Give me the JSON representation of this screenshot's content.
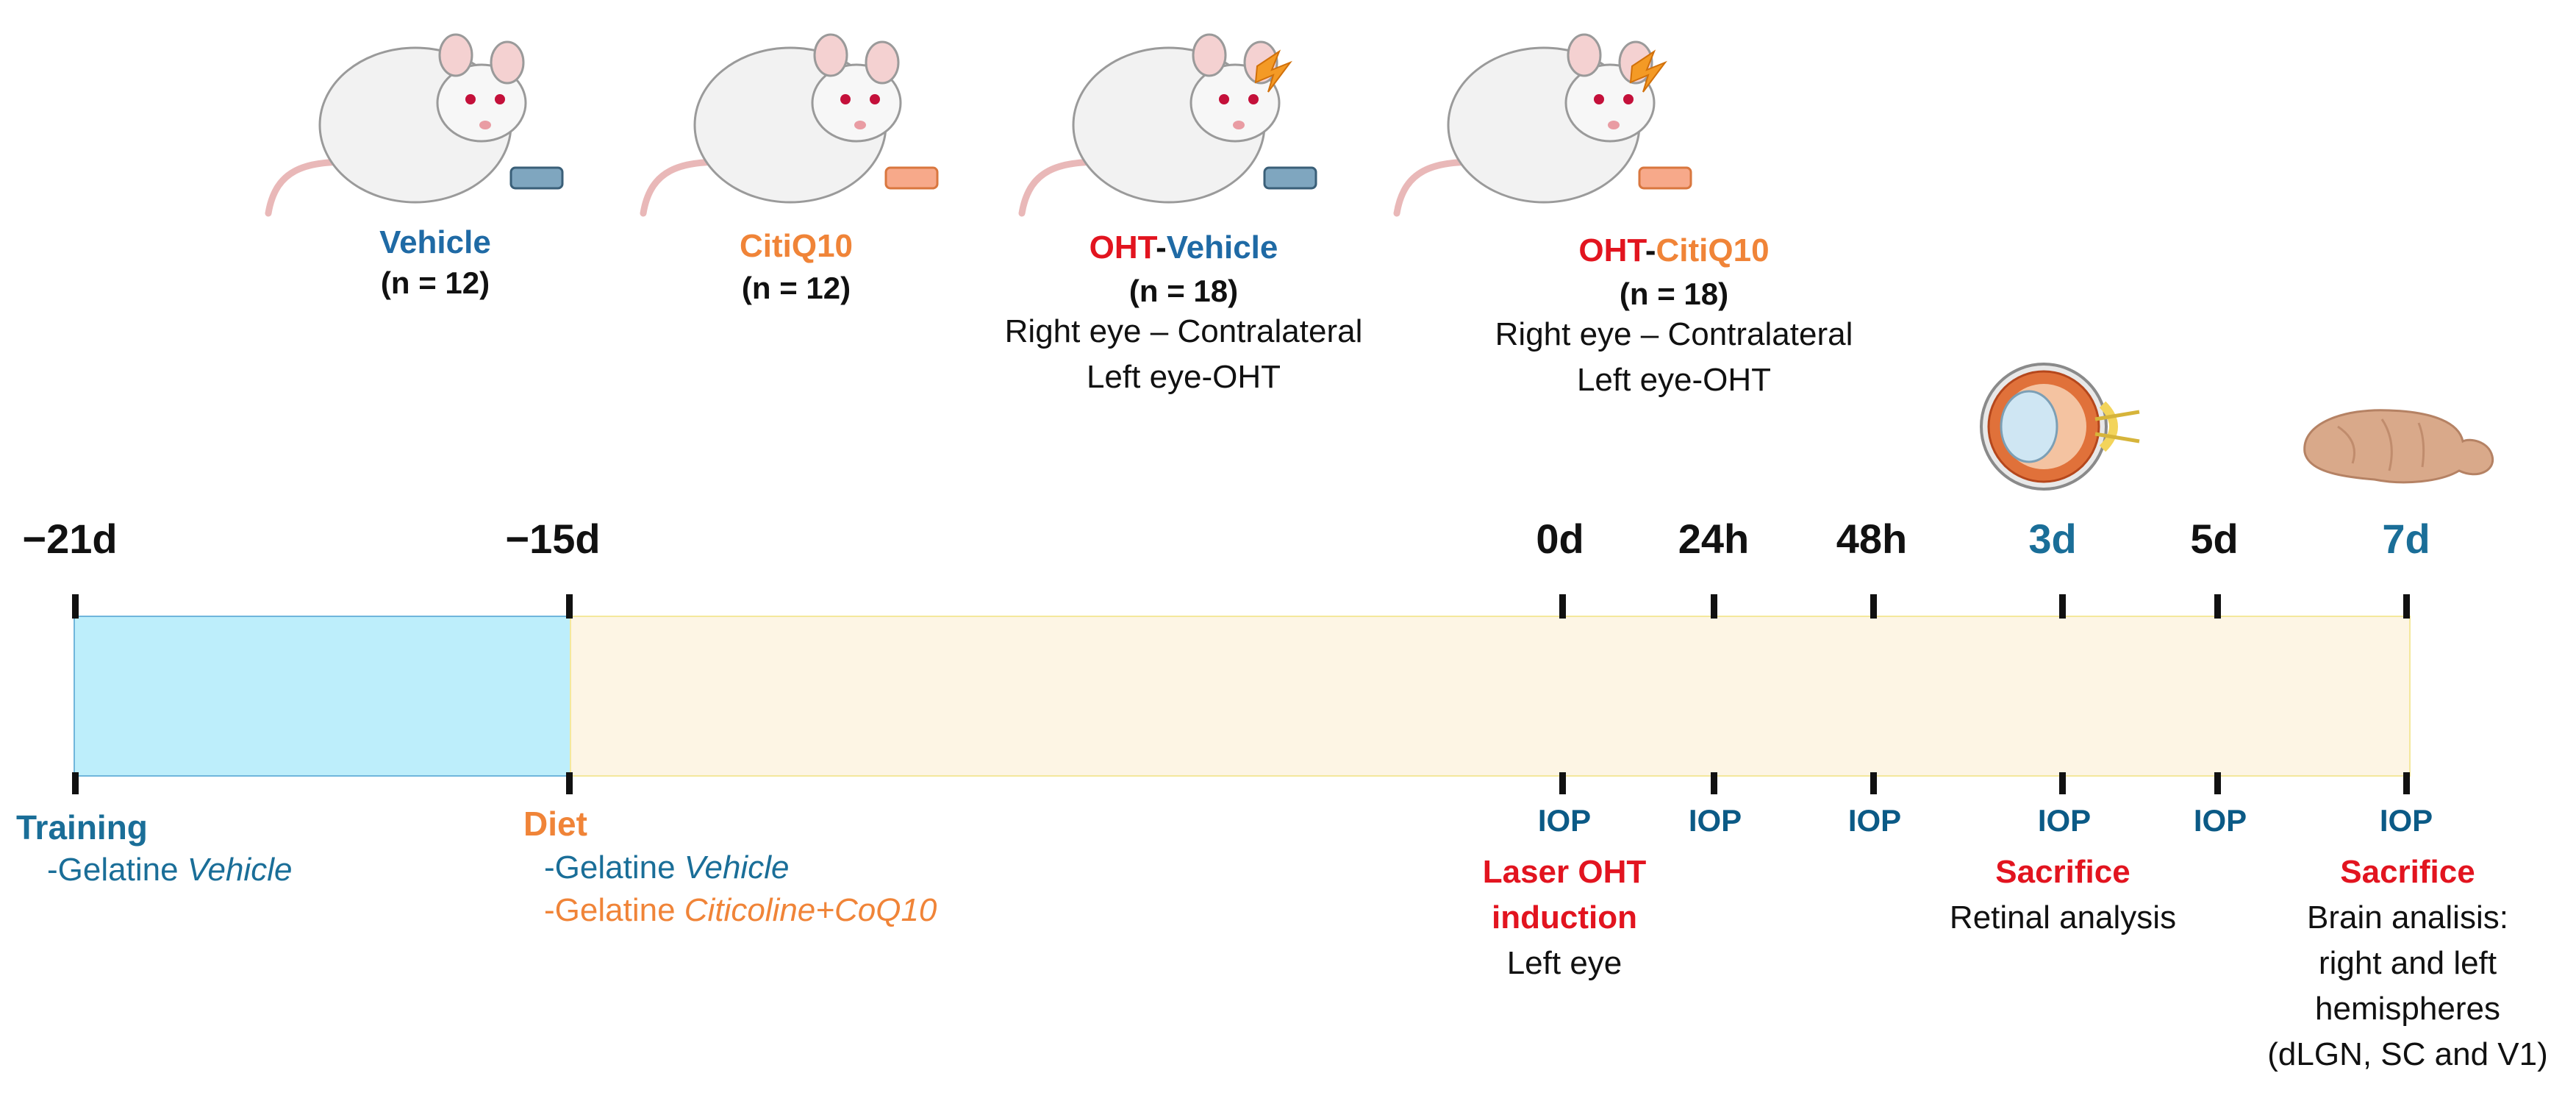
{
  "groups": [
    {
      "title": "Vehicle",
      "n": "(n = 12)",
      "dish_color": "#7fa6bf"
    },
    {
      "title": "CitiQ10",
      "n": "(n = 12)",
      "dish_color": "#f7a98a"
    },
    {
      "title_part1": "OHT",
      "title_sep": "-",
      "title_part2": "Vehicle",
      "n": "(n = 18)",
      "note_line1": "Right eye – Contralateral",
      "note_line2": "Left eye-OHT",
      "dish_color": "#7fa6bf"
    },
    {
      "title_part1": "OHT",
      "title_sep": "-",
      "title_part2": "CitiQ10",
      "n": "(n = 18)",
      "note_line1": "Right eye – Contralateral",
      "note_line2": "Left eye-OHT",
      "dish_color": "#f7a98a"
    }
  ],
  "timeline": {
    "ticks": [
      {
        "label": "−21d"
      },
      {
        "label": "−15d"
      },
      {
        "label": "0d"
      },
      {
        "label": "24h"
      },
      {
        "label": "48h"
      },
      {
        "label": "3d"
      },
      {
        "label": "5d"
      },
      {
        "label": "7d"
      }
    ],
    "training_color": "#bdeefb",
    "diet_color": "#fdf5e4"
  },
  "phases": {
    "training": {
      "title": "Training",
      "item1_prefix": "-Gelatine ",
      "item1_em": "Vehicle"
    },
    "diet": {
      "title": "Diet",
      "item1_prefix": "-Gelatine ",
      "item1_em": "Vehicle",
      "item2_prefix": "-Gelatine ",
      "item2_em": "Citicoline+CoQ10"
    }
  },
  "events": {
    "iop": "IOP",
    "day0": {
      "line1": "Laser OHT",
      "line2": "induction",
      "line3": "Left eye"
    },
    "day3": {
      "line1": "Sacrifice",
      "line2": "Retinal analysis"
    },
    "day7": {
      "line1": "Sacrifice",
      "line2": "Brain analisis:",
      "line3": "right and left",
      "line4": "hemispheres",
      "line5": "(dLGN, SC and V1)"
    }
  }
}
